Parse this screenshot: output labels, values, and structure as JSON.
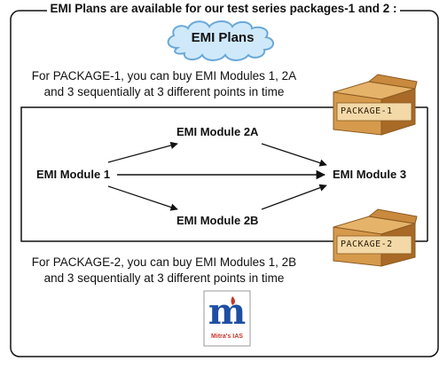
{
  "header": {
    "title": "EMI Plans are available for our test series packages-1 and 2 :"
  },
  "cloud": {
    "label": "EMI Plans"
  },
  "package1": {
    "description_line1": "For PACKAGE-1, you can buy EMI Modules 1, 2A",
    "description_line2": "and 3 sequentially at 3 different points in time",
    "box_label": "PACKAGE-1"
  },
  "package2": {
    "description_line1": "For PACKAGE-2, you can buy EMI Modules 1, 2B",
    "description_line2": "and 3 sequentially at 3 different points in time",
    "box_label": "PACKAGE-2"
  },
  "modules": {
    "m1": "EMI Module 1",
    "m2a": "EMI Module 2A",
    "m2b": "EMI Module 2B",
    "m3": "EMI Module 3"
  },
  "logo": {
    "mark": "m",
    "caption": "Mitra's IAS",
    "icon": "mitras-ias-logo"
  },
  "colors": {
    "cloud_fill": "#cfe9fb",
    "cloud_stroke": "#6aa8d8",
    "box_fill": "#d69a4c",
    "box_dark": "#a86a26",
    "box_label_bg": "#f3d9a8",
    "logo_red": "#c8352a",
    "logo_blue": "#1f4fa3"
  }
}
